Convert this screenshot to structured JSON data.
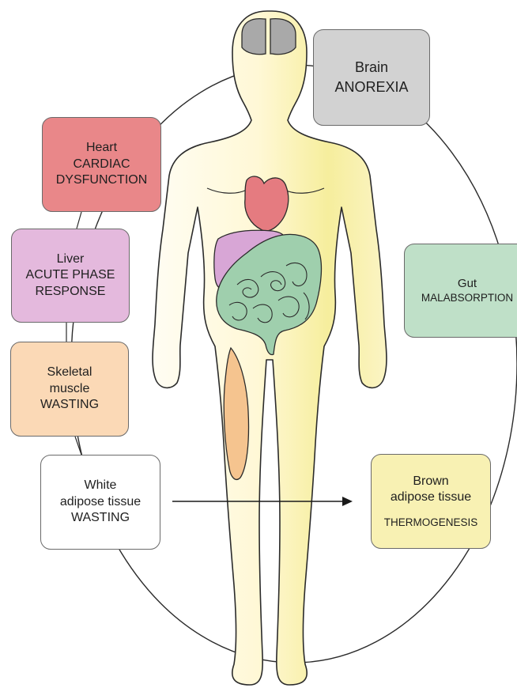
{
  "diagram": {
    "boxes": {
      "brain": {
        "lines": [
          "Brain",
          "ANOREXIA"
        ],
        "color": "#d2d2d2"
      },
      "heart": {
        "lines": [
          "Heart",
          "CARDIAC",
          "DYSFUNCTION"
        ],
        "color": "#e98789"
      },
      "liver": {
        "lines": [
          "Liver",
          "ACUTE PHASE",
          "RESPONSE"
        ],
        "color": "#e4b9dd"
      },
      "gut": {
        "lines": [
          "Gut",
          "MALABSORPTION"
        ],
        "color": "#bfe0c8"
      },
      "muscle": {
        "lines": [
          "Skeletal",
          "muscle",
          "WASTING"
        ],
        "color": "#fbd9b6"
      },
      "white_adipose": {
        "lines": [
          "White",
          "adipose tissue",
          "WASTING"
        ],
        "color": "#ffffff"
      },
      "brown_adipose": {
        "lines": [
          "Brown",
          "adipose tissue",
          "THERMOGENESIS"
        ],
        "color": "#f8f1b3"
      }
    },
    "colors": {
      "body_fill_light": "#fffbe6",
      "body_fill_mid": "#f7efa0",
      "outline": "#2b2b2b",
      "brain_organ": "#a9a9a9",
      "heart_organ": "#e57b80",
      "liver_organ": "#d8a6d6",
      "gut_organ": "#9fcfad",
      "muscle_organ": "#f5c48f"
    }
  }
}
